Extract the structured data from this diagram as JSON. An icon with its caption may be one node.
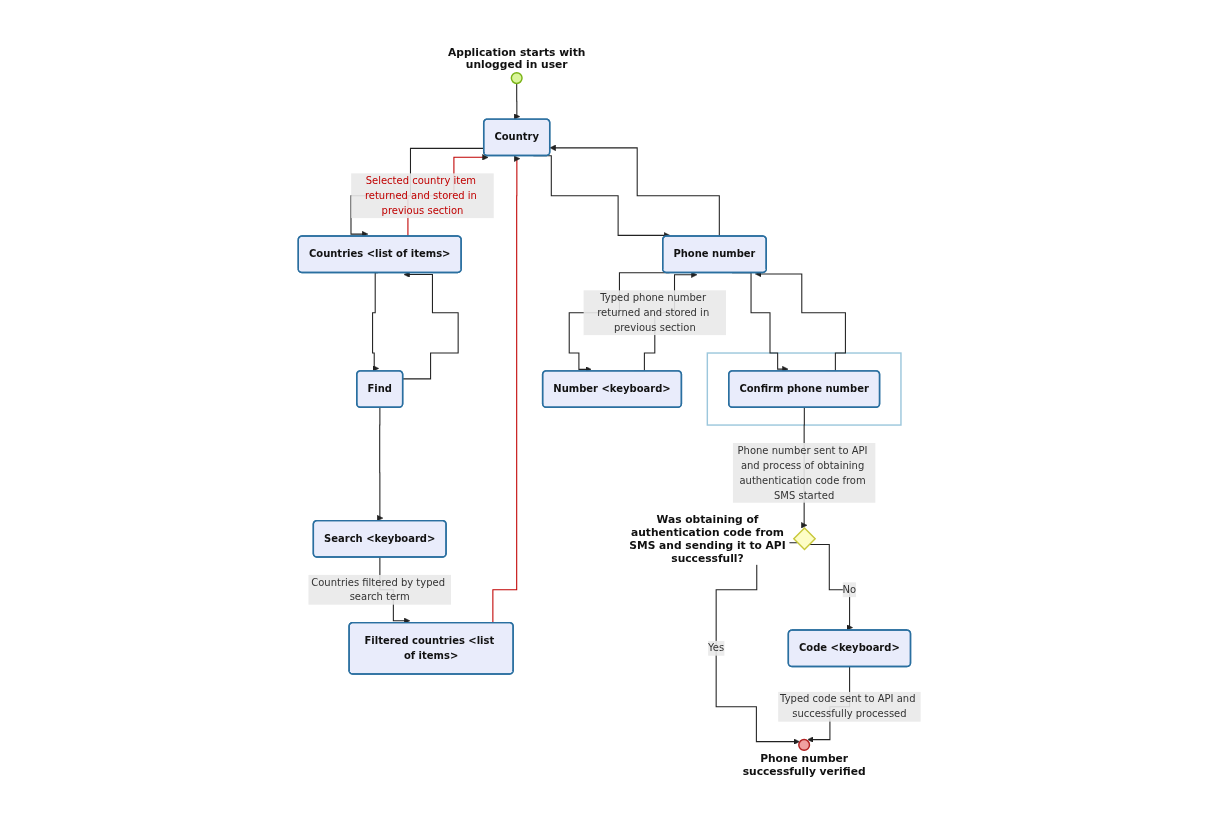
{
  "diagram": {
    "nodes": [
      {
        "text": [],
        "shape": "circle",
        "beside": [
          "Application starts with unlogged in user"
        ]
      },
      {
        "text": [
          "Country"
        ]
      },
      {
        "text": [
          "Phone number"
        ]
      },
      {
        "text": [],
        "shape": "box"
      },
      {
        "text": [
          "Confirm phone number"
        ],
        "in": 3
      },
      {
        "text": [
          "Countries <list of items>"
        ]
      },
      {
        "text": [
          "Find"
        ]
      },
      {
        "text": [
          "Number <keyboard>"
        ]
      },
      {
        "text": [
          "Filtered countries <list of items>"
        ]
      },
      {
        "text": [
          "Search <keyboard>"
        ]
      },
      {
        "text": [],
        "shape": "diamond",
        "beside": [
          "Was obtaining of authentication code from SMS and sending it to API successfull?"
        ]
      },
      {
        "text": [
          "Code <keyboard>"
        ]
      },
      {
        "text": [],
        "shape": "circle",
        "beside": [
          "Phone number successfully verified"
        ]
      }
    ],
    "edges": [
      {
        "from": 0,
        "to": 1,
        "arrow": "to"
      },
      {
        "from": 1,
        "to": 2,
        "arrow": "to"
      },
      {
        "from": 2,
        "to": 1,
        "arrow": "to"
      },
      {
        "from": 2,
        "to": 4,
        "arrow": "to"
      },
      {
        "from": 4,
        "to": 2,
        "arrow": "to"
      },
      {
        "from": 1,
        "to": 5,
        "arrow": "to"
      },
      {
        "from": 5,
        "to": 6,
        "arrow": "to"
      },
      {
        "from": 6,
        "to": 5,
        "arrow": "to"
      },
      {
        "from": 2,
        "to": 7,
        "arrow": "to"
      },
      {
        "from": 6,
        "to": 9,
        "arrow": "to"
      },
      {
        "from": 9,
        "to": 8,
        "arrow": "to",
        "label": "Countries filtered by typed search term"
      },
      {
        "from": 5,
        "to": 1,
        "arrow": "to",
        "label": "Selected country item returned and stored in previous section",
        "color": "#c00000"
      },
      {
        "from": 8,
        "to": 1,
        "arrow": "to",
        "color": "#c00000"
      },
      {
        "from": 7,
        "to": 2,
        "arrow": "to",
        "label": "Typed phone number returned and stored in previous section"
      },
      {
        "from": 4,
        "to": 10,
        "arrow": "to",
        "label": "Phone number sent to API and process of obtaining authentication code from SMS started"
      },
      {
        "from": 10,
        "to": 12,
        "arrow": "to",
        "label": "Yes"
      },
      {
        "from": 10,
        "to": 11,
        "arrow": "to",
        "label": "No"
      },
      {
        "from": 11,
        "to": 12,
        "arrow": "to",
        "label": "Typed code sent to API and successfully processed"
      }
    ]
  }
}
